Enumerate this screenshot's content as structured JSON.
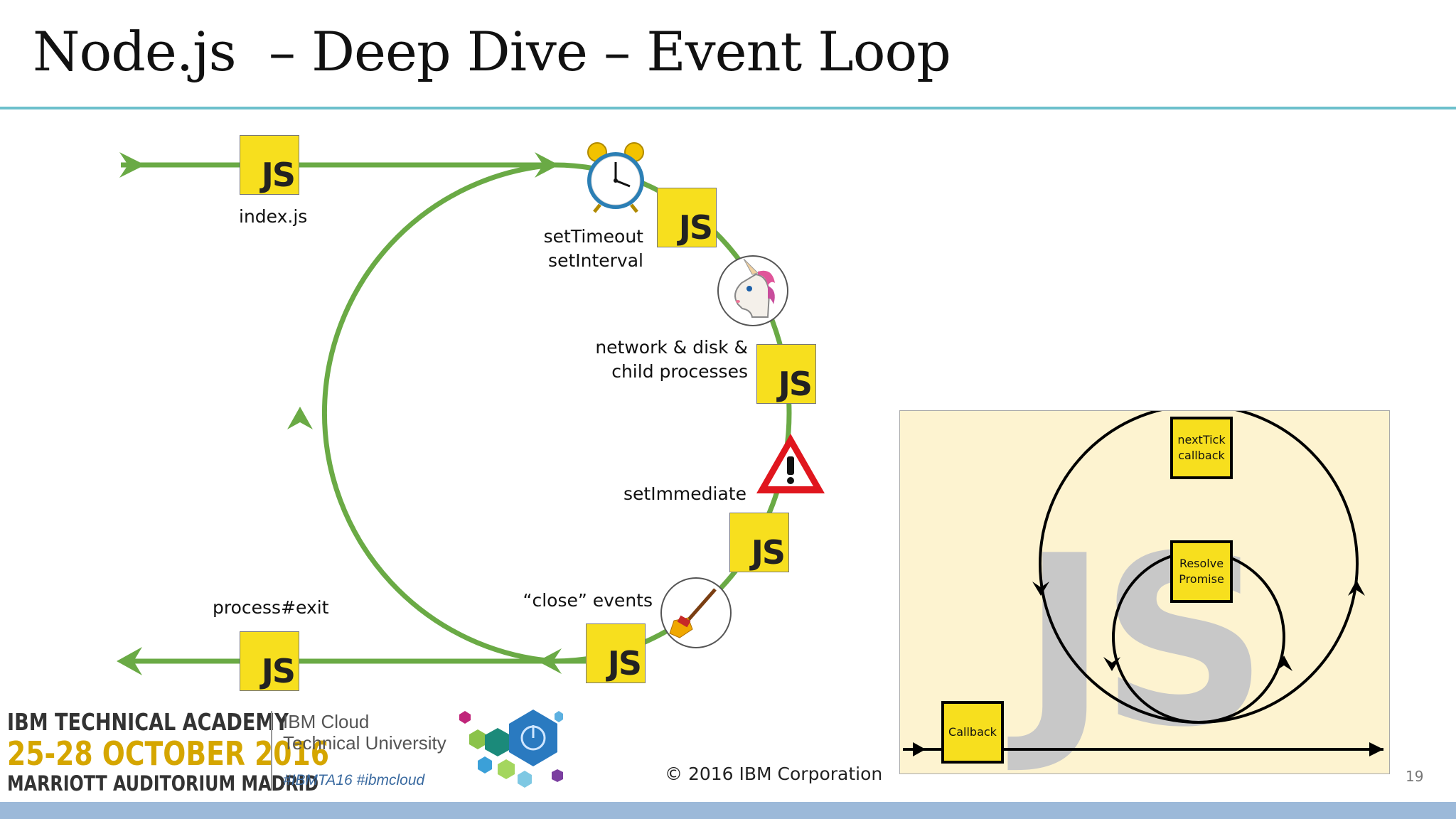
{
  "slide": {
    "title": "Node.js  – Deep Dive – Event Loop",
    "page_number": "19",
    "copyright": "© 2016 IBM Corporation"
  },
  "loop_diagram": {
    "js_badge": "JS",
    "labels": {
      "index": "index.js",
      "timers_line1": "setTimeout",
      "timers_line2": "setInterval",
      "io_line1": "network & disk &",
      "io_line2": "child processes",
      "immediate": "setImmediate",
      "close": "“close” events",
      "exit": "process#exit"
    },
    "icons": [
      "alarm-clock-icon",
      "unicorn-icon",
      "warning-icon",
      "broom-icon"
    ],
    "line_color": "#6aaa45",
    "badge_color": "#f7df1e"
  },
  "inset_diagram": {
    "watermark": "JS",
    "boxes": {
      "nexttick_line1": "nextTick",
      "nexttick_line2": "callback",
      "promise_line1": "Resolve",
      "promise_line2": "Promise",
      "callback": "Callback"
    },
    "background": "#fdf3d0"
  },
  "footer": {
    "academy_line1": "IBM TECHNICAL ACADEMY",
    "academy_line2": "25-28 OCTOBER 2016",
    "academy_line3": "MARRIOTT AUDITORIUM MADRID",
    "cloud_line1": "IBM Cloud",
    "cloud_line2": "Technical University",
    "hashtags": "#IBMTA16 #ibmcloud"
  },
  "colors": {
    "accent_rule": "#6cc0cc",
    "bottom_bar": "#9cb9d9",
    "academy_gold": "#d5a600"
  }
}
